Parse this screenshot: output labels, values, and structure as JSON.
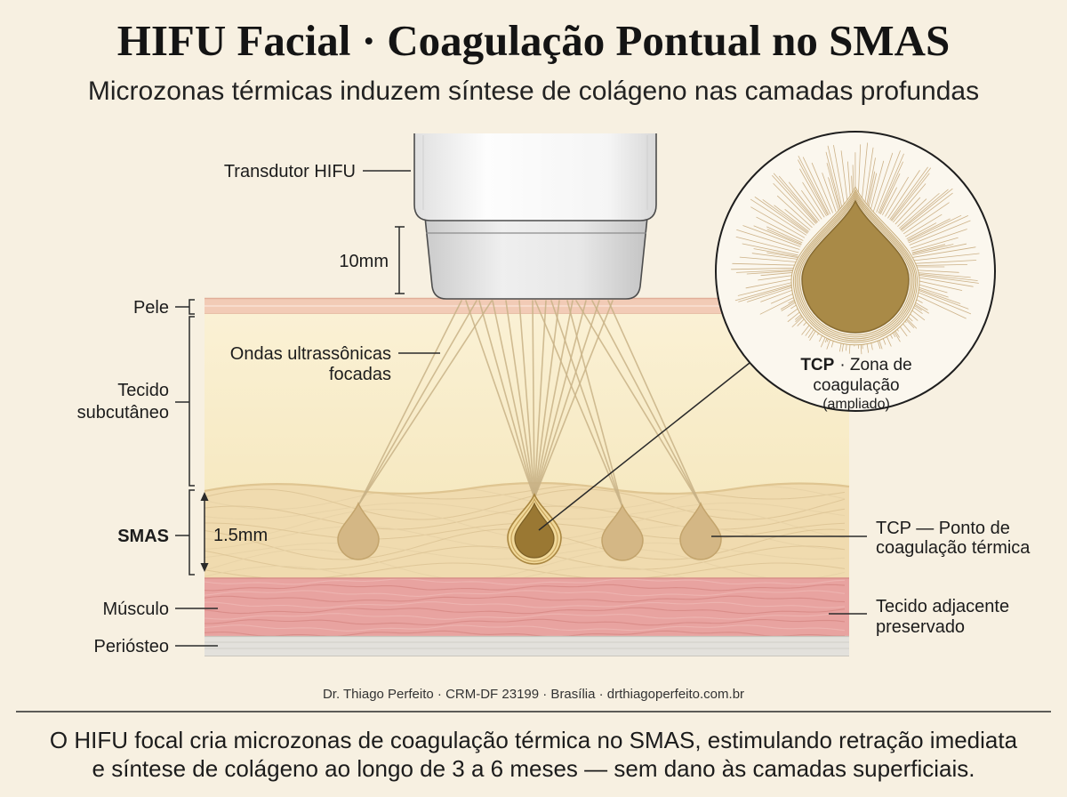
{
  "title": "HIFU Facial · Coagulação Pontual no SMAS",
  "subtitle": "Microzonas térmicas induzem síntese de colágeno nas camadas profundas",
  "transducer": {
    "label": "Transdutor HIFU",
    "distance": "10mm"
  },
  "waves": {
    "line1": "Ondas ultrassônicas",
    "line2": "focadas"
  },
  "layers": {
    "skin": {
      "label": "Pele"
    },
    "subcutaneous": {
      "line1": "Tecido",
      "line2": "subcutâneo"
    },
    "smas": {
      "label": "SMAS",
      "thickness": "1.5mm"
    },
    "muscle": {
      "label": "Músculo"
    },
    "periosteum": {
      "label": "Periósteo"
    }
  },
  "tcp": {
    "line1": "TCP — Ponto de",
    "line2": "coagulação térmica"
  },
  "adjacent": {
    "line1": "Tecido adjacente",
    "line2": "preservado"
  },
  "magnified": {
    "abbr": "TCP",
    "rest": "· Zona de",
    "line2": "coagulação",
    "line3": "(ampliado)"
  },
  "credit": "Dr. Thiago Perfeito · CRM-DF 23199 · Brasília · drthiagoperfeito.com.br",
  "caption": {
    "line1": "O HIFU focal cria microzonas de coagulação térmica no SMAS, estimulando retração imediata",
    "line2": "e síntese de colágeno ao longo de 3 a 6 meses — sem dano às camadas superficiais."
  },
  "colors": {
    "background": "#f7f0e1",
    "skin": "#f2cbb6",
    "subcutaneous": "#f8ecc6",
    "smas": "#f0dbaf",
    "muscle": "#e8a3a0",
    "periosteum": "#e3e1dc",
    "focal_point": "#d4b785",
    "focal_active": "#9a7833",
    "ultrasound": "#c8b186",
    "magnified_zone": "#a98a47"
  }
}
